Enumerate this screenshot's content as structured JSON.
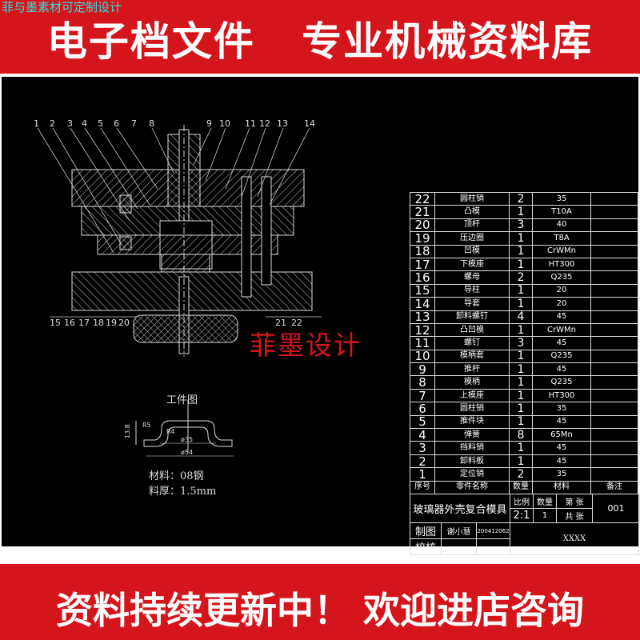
{
  "top_banner": {
    "tag": "菲与墨素材可定制设计",
    "title": "电子档文件   专业机械资料库"
  },
  "bottom_banner": {
    "title": "资料持续更新中！ 欢迎进店咨询"
  },
  "watermark": "菲墨设计",
  "callouts_top": [
    "1",
    "2",
    "3",
    "4",
    "5",
    "6",
    "7",
    "8",
    "9",
    "10",
    "11",
    "12",
    "13",
    "14"
  ],
  "callouts_bottom": [
    "15",
    "16",
    "17",
    "18",
    "19",
    "20",
    "21",
    "22"
  ],
  "workpiece": {
    "title": "工件图",
    "dim_height": "13.8",
    "dim_r_left": "R5",
    "dim_r_right": "R4",
    "dim_inner": "ø35",
    "dim_outer": "ø54",
    "material": "材料：08钢",
    "thickness": "料厚：1.5mm"
  },
  "parts": [
    {
      "no": "22",
      "name": "圆柱销",
      "qty": "2",
      "material": "35"
    },
    {
      "no": "21",
      "name": "凸模",
      "qty": "1",
      "material": "T10A"
    },
    {
      "no": "20",
      "name": "顶杆",
      "qty": "3",
      "material": "40"
    },
    {
      "no": "19",
      "name": "压边圈",
      "qty": "1",
      "material": "T8A"
    },
    {
      "no": "18",
      "name": "凹模",
      "qty": "1",
      "material": "CrWMn"
    },
    {
      "no": "17",
      "name": "下模座",
      "qty": "1",
      "material": "HT300"
    },
    {
      "no": "16",
      "name": "螺母",
      "qty": "2",
      "material": "Q235"
    },
    {
      "no": "15",
      "name": "导柱",
      "qty": "1",
      "material": "20"
    },
    {
      "no": "14",
      "name": "导套",
      "qty": "1",
      "material": "20"
    },
    {
      "no": "13",
      "name": "卸料螺钉",
      "qty": "4",
      "material": "45"
    },
    {
      "no": "12",
      "name": "凸凹模",
      "qty": "1",
      "material": "CrWMn"
    },
    {
      "no": "11",
      "name": "螺钉",
      "qty": "3",
      "material": "45"
    },
    {
      "no": "10",
      "name": "模柄套",
      "qty": "1",
      "material": "Q235"
    },
    {
      "no": "9",
      "name": "推杆",
      "qty": "1",
      "material": "45"
    },
    {
      "no": "8",
      "name": "模柄",
      "qty": "1",
      "material": "Q235"
    },
    {
      "no": "7",
      "name": "上模座",
      "qty": "1",
      "material": "HT300"
    },
    {
      "no": "6",
      "name": "圆柱销",
      "qty": "1",
      "material": "35"
    },
    {
      "no": "5",
      "name": "推件块",
      "qty": "1",
      "material": "45"
    },
    {
      "no": "4",
      "name": "弹簧",
      "qty": "8",
      "material": "65Mn"
    },
    {
      "no": "3",
      "name": "挡料销",
      "qty": "1",
      "material": "45"
    },
    {
      "no": "2",
      "name": "卸料板",
      "qty": "1",
      "material": "45"
    },
    {
      "no": "1",
      "name": "定位销",
      "qty": "2",
      "material": "35"
    }
  ],
  "header": {
    "no": "序号",
    "name": "零件名称",
    "qty": "数量",
    "material": "材料",
    "note": "备注"
  },
  "title_block": {
    "drawing_name": "玻璃器外壳复合模具",
    "scale_label": "比例",
    "scale": "2:1",
    "qty_label": "数量",
    "qty": "1",
    "sheet_label": "第  张",
    "total_label": "共  张",
    "drawing_no": "001",
    "drawn_label": "制图",
    "drawn_by": "谢小慧",
    "drawn_id": "200412062",
    "check_label": "校核",
    "company": "XXXX"
  }
}
